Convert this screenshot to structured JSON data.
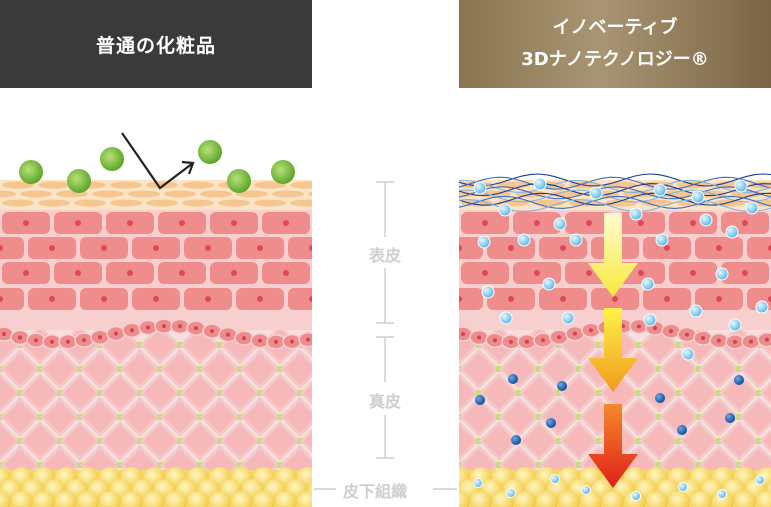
{
  "headers": {
    "left_title": "普通の化粧品",
    "right_title_line1": "イノベーティブ",
    "right_title_line2": "3Dナノテクノロジー®"
  },
  "layers": {
    "epidermis": "表皮",
    "dermis": "真皮",
    "subcutaneous": "皮下組織"
  },
  "colors": {
    "left_header_bg": "#3a3a3a",
    "right_header_bg": "#a08a66",
    "cell": "#ee8a8a",
    "dermis_bg": "#f8d8d8",
    "fat": "#f7d760",
    "particle_large": "#8cc63f",
    "particle_nano": "#7cc8ee",
    "particle_deep": "#1e63b5",
    "arrow_top": "#fff566",
    "arrow_mid": "#f7a21b",
    "arrow_bottom": "#e4291c"
  }
}
